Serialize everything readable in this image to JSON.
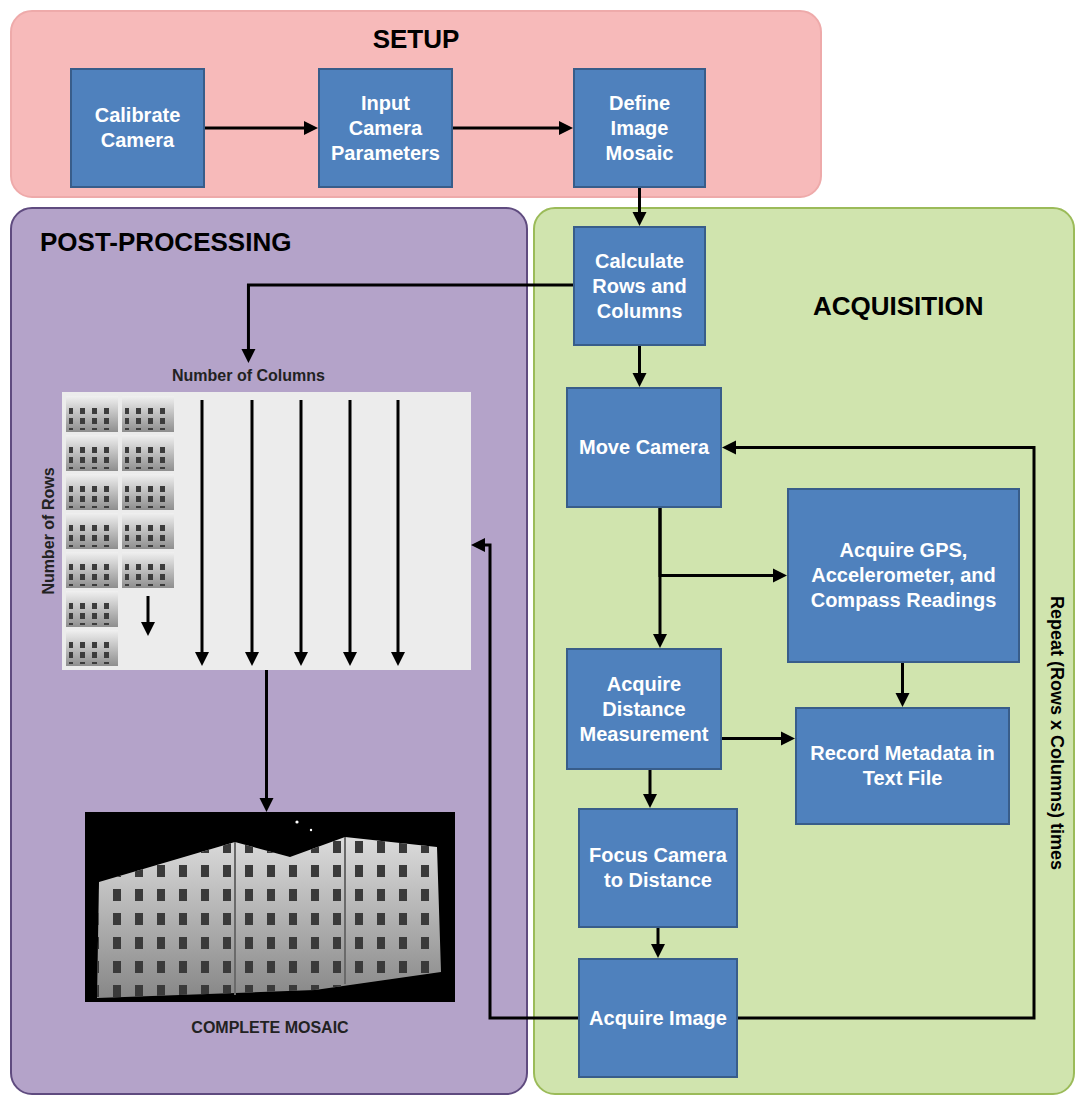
{
  "diagram": {
    "nodes": [
      {
        "text": [
          "SETUP"
        ]
      },
      {
        "text": [
          "Calibrate Camera"
        ],
        "in": 0
      },
      {
        "text": [
          "Input Camera Parameters"
        ],
        "in": 0
      },
      {
        "text": [
          "Define Image Mosaic"
        ],
        "in": 0
      },
      {
        "text": [
          "POST-PROCESSING"
        ]
      },
      {
        "text": [
          "Number of Columns",
          "Number of Rows"
        ],
        "in": 4
      },
      {
        "text": [
          "COMPLETE MOSAIC"
        ],
        "in": 4
      },
      {
        "text": [
          "ACQUISITION"
        ]
      },
      {
        "text": [
          "Calculate Rows and Columns"
        ],
        "in": 7
      },
      {
        "text": [
          "Move Camera"
        ],
        "in": 7
      },
      {
        "text": [
          "Acquire GPS, Accelerometer, and Compass Readings"
        ],
        "in": 7
      },
      {
        "text": [
          "Acquire Distance Measurement"
        ],
        "in": 7
      },
      {
        "text": [
          "Record Metadata in Text File"
        ],
        "in": 7
      },
      {
        "text": [
          "Focus Camera to Distance"
        ],
        "in": 7
      },
      {
        "text": [
          "Acquire Image"
        ],
        "in": 7
      }
    ],
    "edges": [
      {
        "from": 1,
        "to": 2,
        "arrow": "to"
      },
      {
        "from": 2,
        "to": 3,
        "arrow": "to"
      },
      {
        "from": 3,
        "to": 8,
        "arrow": "to"
      },
      {
        "from": 8,
        "to": 5,
        "arrow": "to"
      },
      {
        "from": 8,
        "to": 9,
        "arrow": "to"
      },
      {
        "from": 9,
        "to": 10,
        "arrow": "to"
      },
      {
        "from": 9,
        "to": 11,
        "arrow": "to"
      },
      {
        "from": 10,
        "to": 12,
        "arrow": "to"
      },
      {
        "from": 11,
        "to": 12,
        "arrow": "to"
      },
      {
        "from": 11,
        "to": 13,
        "arrow": "to"
      },
      {
        "from": 13,
        "to": 14,
        "arrow": "to"
      },
      {
        "from": 14,
        "to": 9,
        "label": "Repeat (Rows x Columns) times",
        "arrow": "to"
      },
      {
        "from": 14,
        "to": 5,
        "arrow": "to"
      },
      {
        "from": 5,
        "to": 6,
        "arrow": "to"
      }
    ]
  }
}
